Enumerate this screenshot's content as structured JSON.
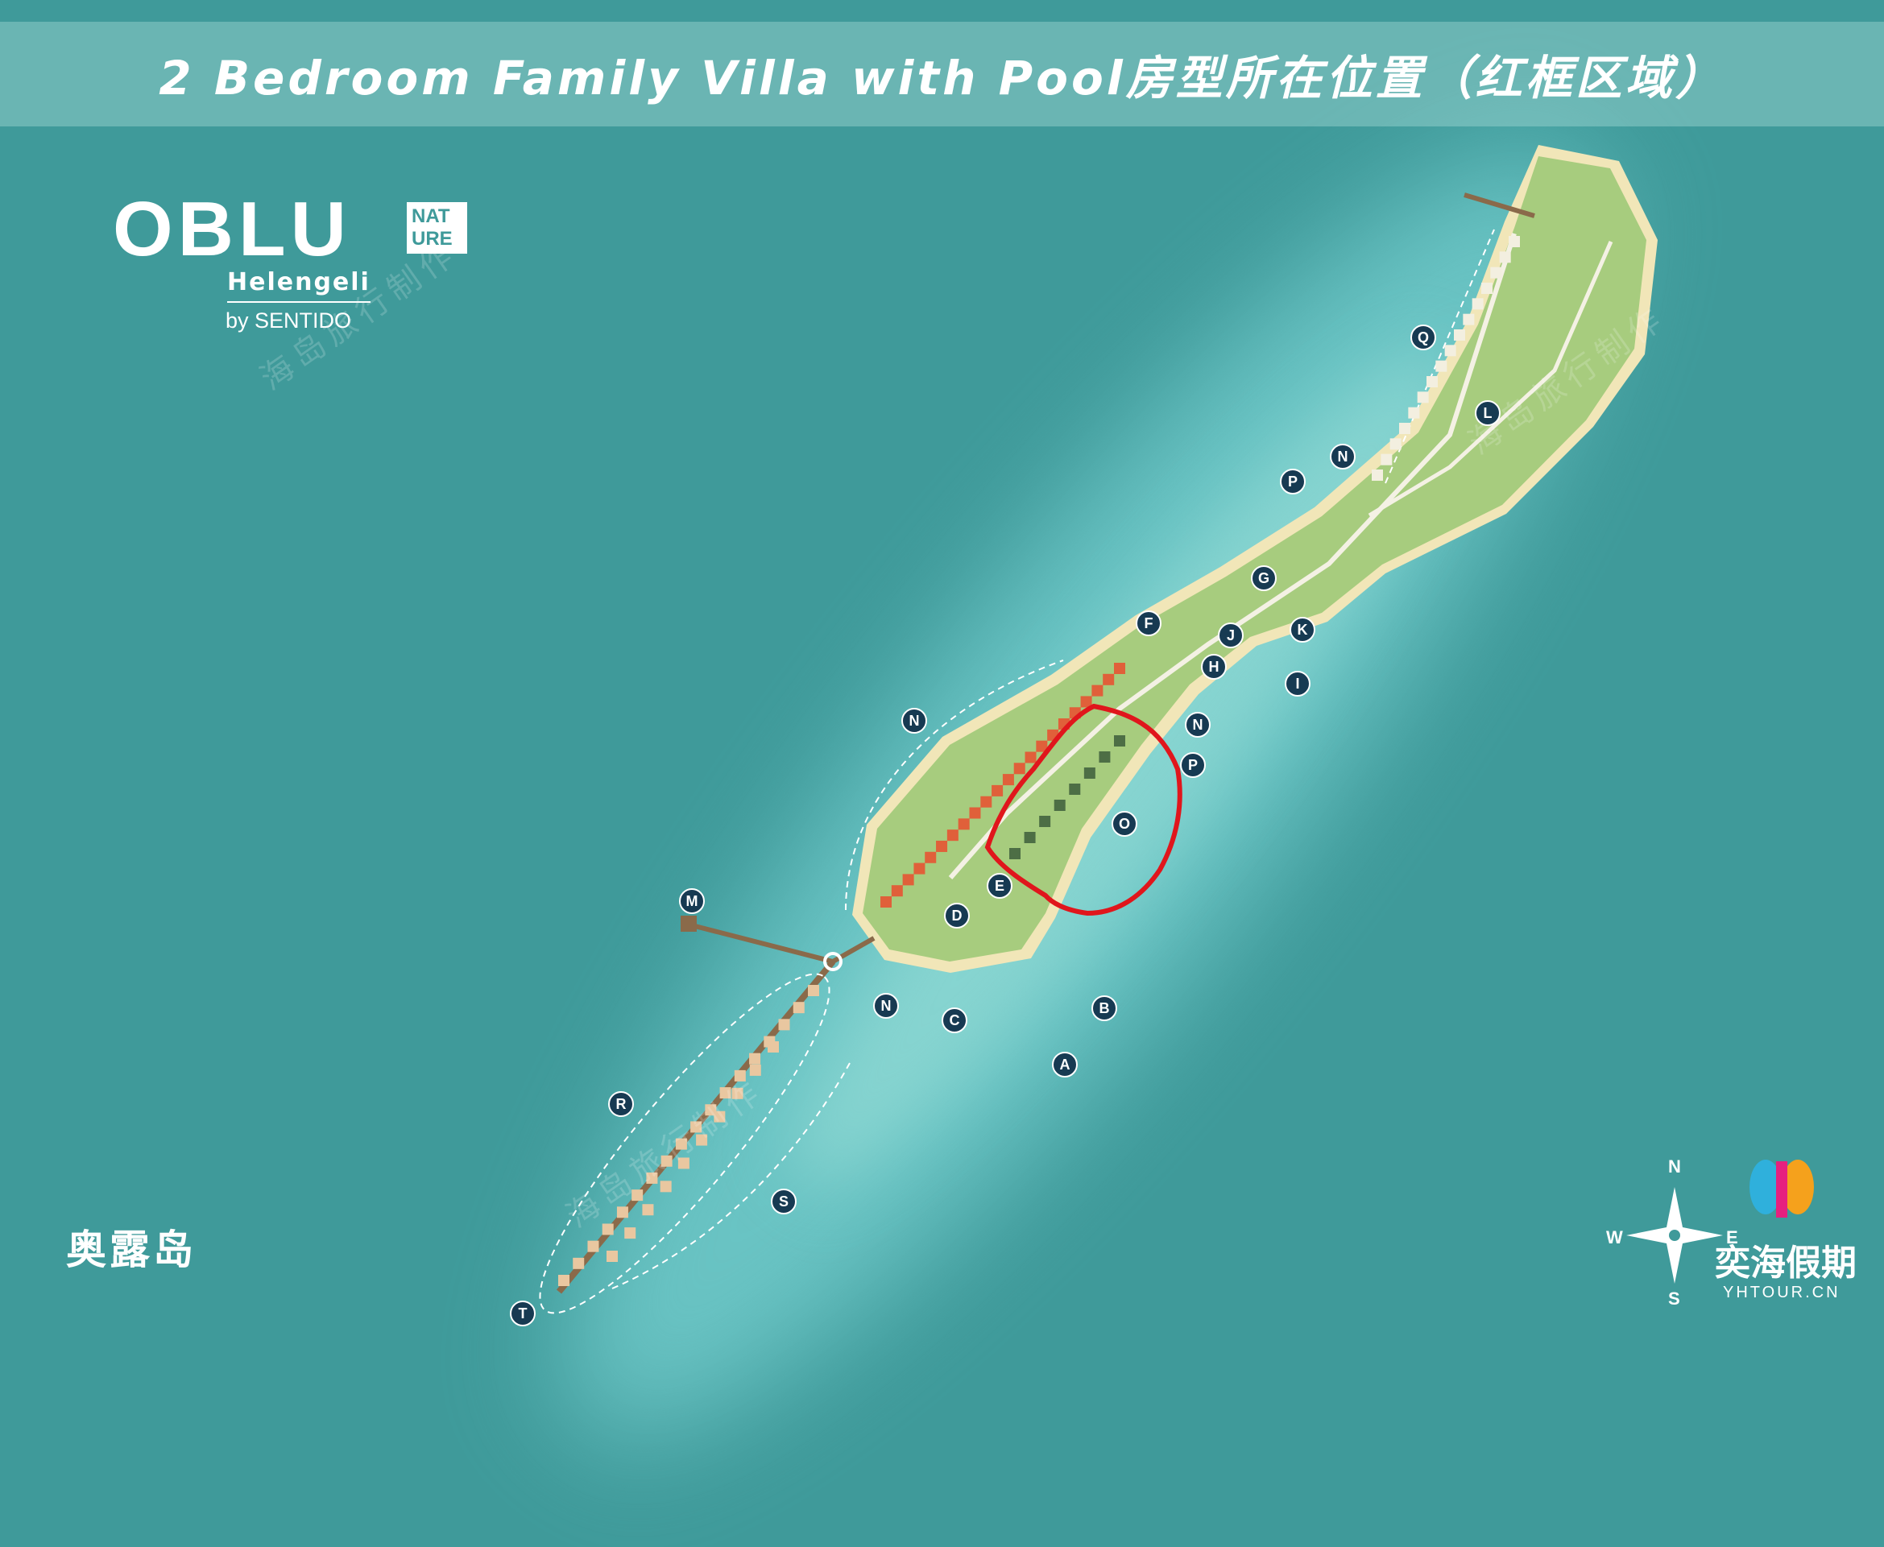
{
  "title": "2 Bedroom Family Villa with Pool房型所在位置（红框区域）",
  "logo": {
    "name": "OBLU",
    "badge_line1": "NAT",
    "badge_line2": "URE",
    "subtitle": "Helengeli",
    "byline": "by SENTIDO"
  },
  "island_name": "奥露岛",
  "watermark": "海岛旅行制作",
  "markers": [
    "Q",
    "L",
    "N",
    "P",
    "G",
    "K",
    "F",
    "J",
    "H",
    "I",
    "N",
    "N",
    "P",
    "O",
    "E",
    "D",
    "M",
    "B",
    "C",
    "N",
    "A",
    "R",
    "S",
    "T"
  ],
  "highlight_color": "#e0161c",
  "brand": {
    "compass": {
      "n": "N",
      "e": "E",
      "s": "S",
      "w": "W"
    },
    "name_cn": "奕海假期",
    "name_en": "YHTOUR.CN"
  }
}
